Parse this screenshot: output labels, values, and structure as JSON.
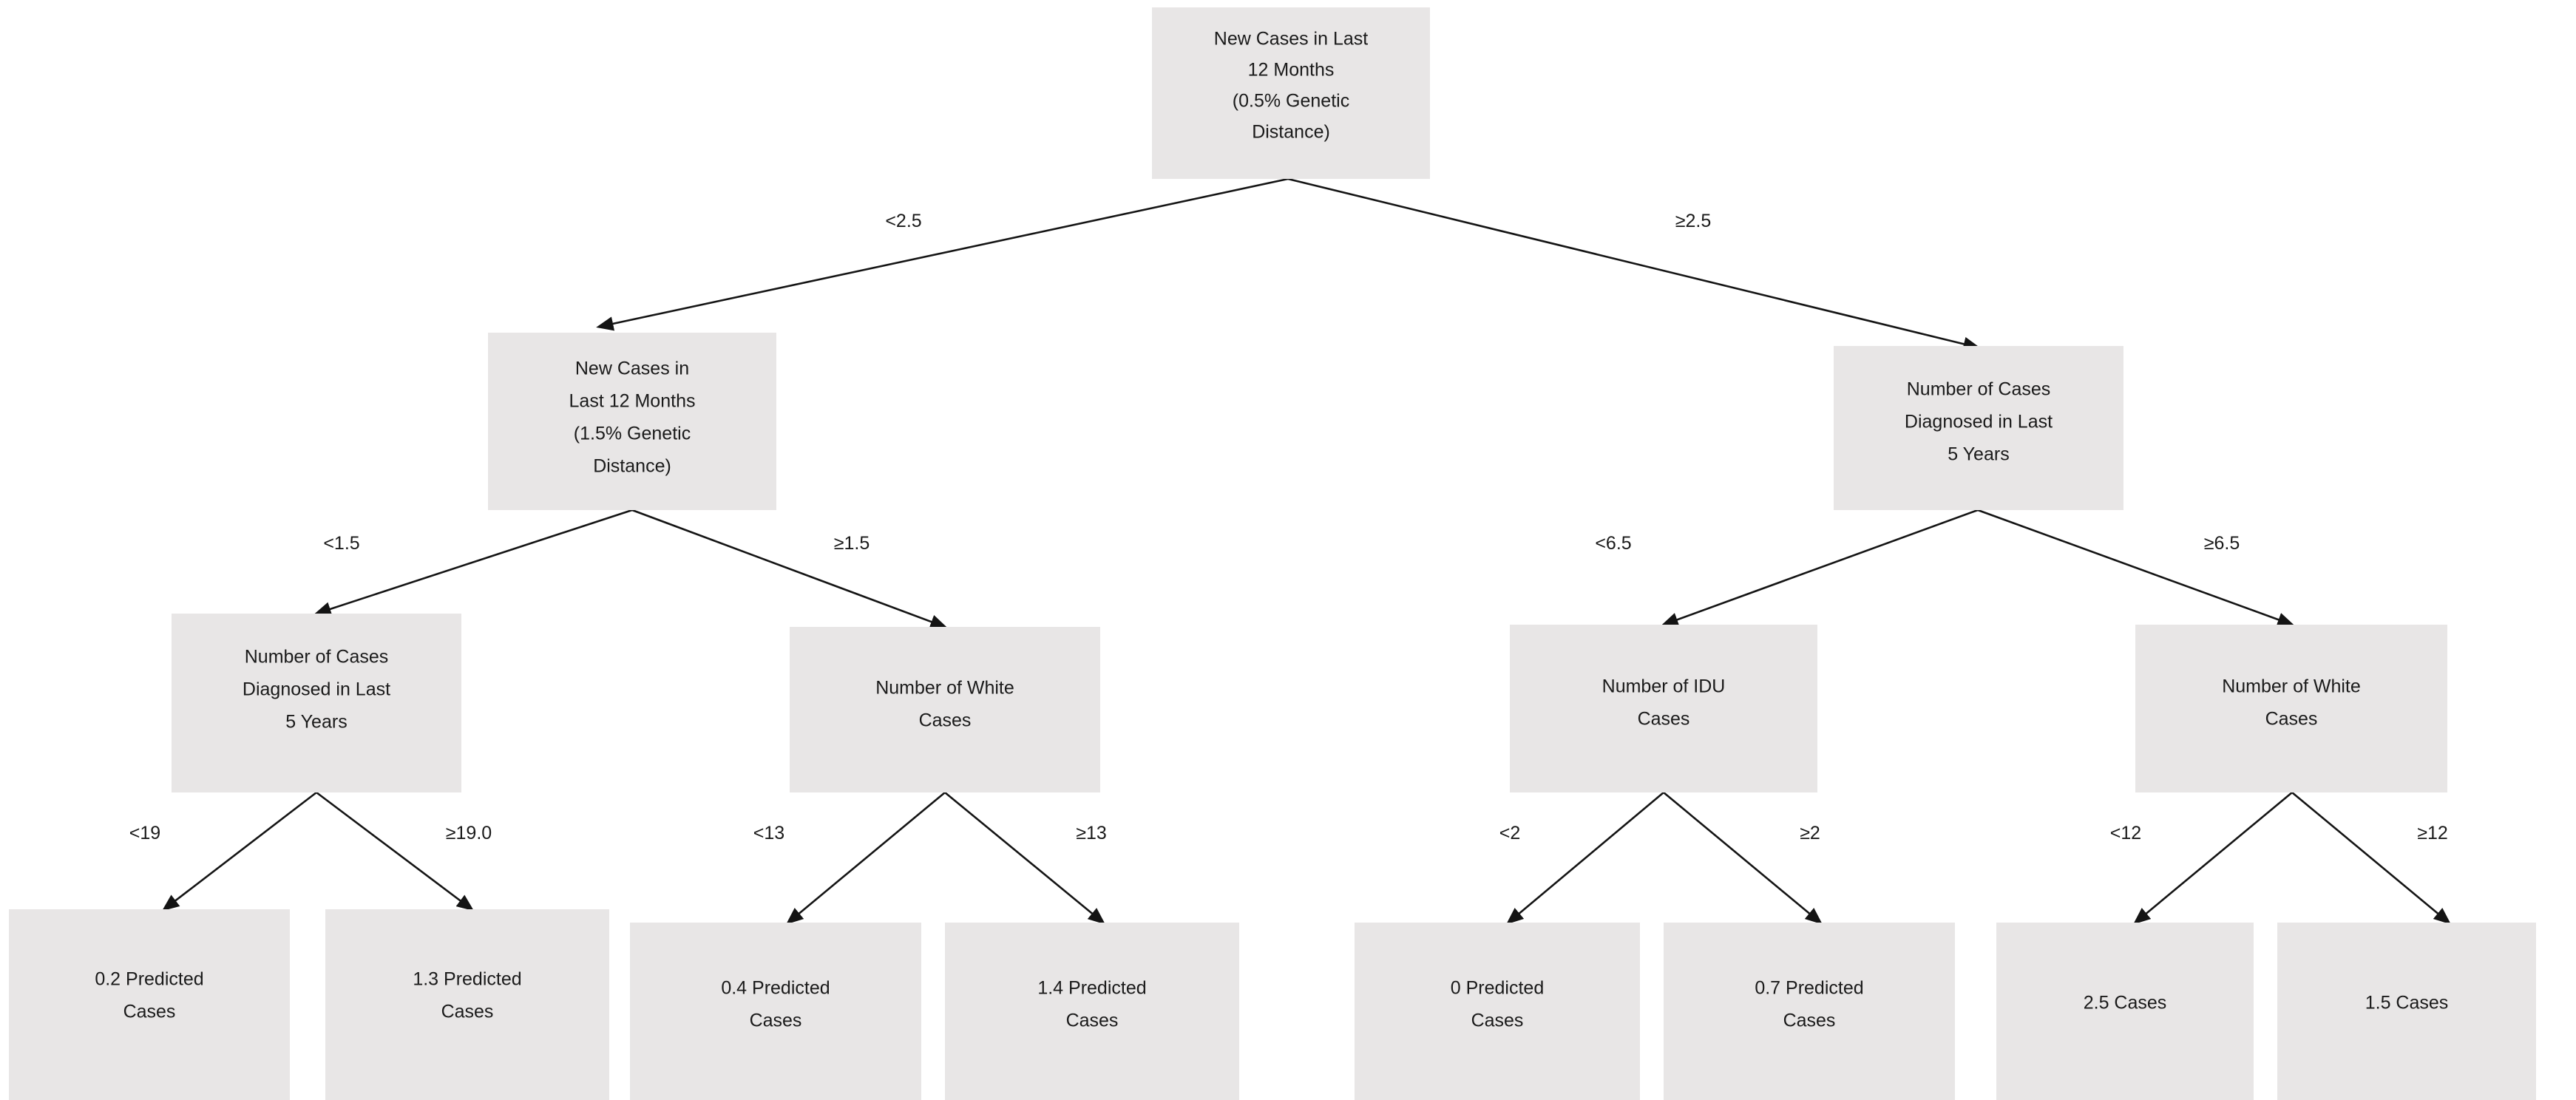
{
  "diagram": {
    "type": "decision-tree",
    "title": "",
    "colors": {
      "node_fill": "#e8e6e6",
      "edge_stroke": "#141414",
      "text": "#1a1a1a",
      "background": "#ffffff"
    },
    "nodes": {
      "root": {
        "id": "root",
        "lines": [
          "New Cases in Last",
          "12 Months",
          "(0.5% Genetic",
          "Distance)"
        ],
        "label": "New Cases in Last 12 Months (0.5% Genetic Distance)"
      },
      "n_l": {
        "id": "n_l",
        "lines": [
          "New  Cases in",
          "Last 12 Months",
          "(1.5% Genetic",
          "Distance)"
        ],
        "label": "New Cases in Last 12 Months (1.5% Genetic Distance)"
      },
      "n_r": {
        "id": "n_r",
        "lines": [
          "Number of Cases",
          "Diagnosed in Last",
          "5 Years"
        ],
        "label": "Number of Cases Diagnosed in Last 5 Years"
      },
      "n_ll": {
        "id": "n_ll",
        "lines": [
          "Number of Cases",
          "Diagnosed in Last",
          "5 Years"
        ],
        "label": "Number of Cases Diagnosed in Last 5 Years"
      },
      "n_lr": {
        "id": "n_lr",
        "lines": [
          "Number of White",
          "Cases"
        ],
        "label": "Number of White Cases"
      },
      "n_rl": {
        "id": "n_rl",
        "lines": [
          "Number of IDU",
          "Cases"
        ],
        "label": "Number of IDU Cases"
      },
      "n_rr": {
        "id": "n_rr",
        "lines": [
          "Number of White",
          "Cases"
        ],
        "label": "Number of White Cases"
      },
      "leaf1": {
        "id": "leaf1",
        "lines": [
          "0.2 Predicted",
          "Cases"
        ],
        "label": "0.2 Predicted Cases",
        "value": 0.2
      },
      "leaf2": {
        "id": "leaf2",
        "lines": [
          "1.3 Predicted",
          "Cases"
        ],
        "label": "1.3 Predicted Cases",
        "value": 1.3
      },
      "leaf3": {
        "id": "leaf3",
        "lines": [
          "0.4 Predicted",
          "Cases"
        ],
        "label": "0.4 Predicted Cases",
        "value": 0.4
      },
      "leaf4": {
        "id": "leaf4",
        "lines": [
          "1.4 Predicted",
          "Cases"
        ],
        "label": "1.4 Predicted Cases",
        "value": 1.4
      },
      "leaf5": {
        "id": "leaf5",
        "lines": [
          "0 Predicted",
          "Cases"
        ],
        "label": "0 Predicted Cases",
        "value": 0
      },
      "leaf6": {
        "id": "leaf6",
        "lines": [
          "0.7 Predicted",
          "Cases"
        ],
        "label": "0.7 Predicted Cases",
        "value": 0.7
      },
      "leaf7": {
        "id": "leaf7",
        "lines": [
          "2.5 Cases"
        ],
        "label": "2.5 Cases",
        "value": 2.5
      },
      "leaf8": {
        "id": "leaf8",
        "lines": [
          "1.5 Cases"
        ],
        "label": "1.5 Cases",
        "value": 1.5
      }
    },
    "edges": {
      "root_left": "<2.5",
      "root_right": "≥2.5",
      "nl_left": "<1.5",
      "nl_right": "≥1.5",
      "nr_left": "<6.5",
      "nr_right": "≥6.5",
      "nll_left": "<19",
      "nll_right": "≥19.0",
      "nlr_left": "<13",
      "nlr_right": "≥13",
      "nrl_left": "<2",
      "nrl_right": "≥2",
      "nrr_left": "<12",
      "nrr_right": "≥12"
    }
  }
}
